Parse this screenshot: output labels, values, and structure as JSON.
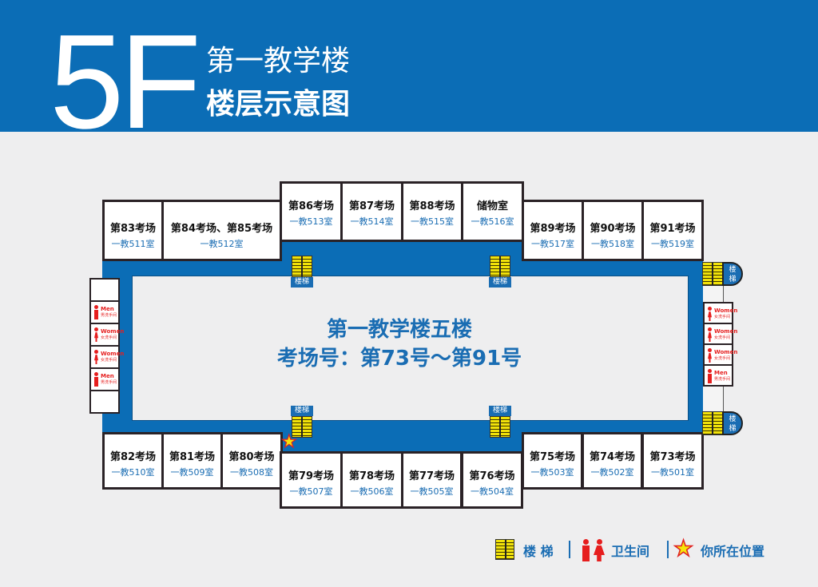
{
  "header": {
    "floor": "5F",
    "building": "第一教学楼",
    "subtitle": "楼层示意图"
  },
  "colors": {
    "header": "#0b6db6",
    "corridor": "#0b6db6",
    "text_blue": "#1a6db3",
    "toilet_red": "#e61e1e",
    "stair_yellow": "#f1e20a"
  },
  "center": {
    "line1": "第一教学楼五楼",
    "line2": "考场号：第73号～第91号"
  },
  "rooms_top": [
    {
      "name": "第83考场",
      "room": "一教511室"
    },
    {
      "name": "第84考场、第85考场",
      "room": "一教512室"
    },
    {
      "name": "第86考场",
      "room": "一教513室"
    },
    {
      "name": "第87考场",
      "room": "一教514室"
    },
    {
      "name": "第88考场",
      "room": "一教515室"
    },
    {
      "name": "储物室",
      "room": "一教516室"
    },
    {
      "name": "第89考场",
      "room": "一教517室"
    },
    {
      "name": "第90考场",
      "room": "一教518室"
    },
    {
      "name": "第91考场",
      "room": "一教519室"
    }
  ],
  "rooms_bottom": [
    {
      "name": "第82考场",
      "room": "一教510室"
    },
    {
      "name": "第81考场",
      "room": "一教509室"
    },
    {
      "name": "第80考场",
      "room": "一教508室"
    },
    {
      "name": "第79考场",
      "room": "一教507室"
    },
    {
      "name": "第78考场",
      "room": "一教506室"
    },
    {
      "name": "第77考场",
      "room": "一教505室"
    },
    {
      "name": "第76考场",
      "room": "一教504室"
    },
    {
      "name": "第75考场",
      "room": "一教503室"
    },
    {
      "name": "第74考场",
      "room": "一教502室"
    },
    {
      "name": "第73考场",
      "room": "一教501室"
    }
  ],
  "stairs_label": "楼梯",
  "stairs_label_top": "楼",
  "stairs_label_bottom": "梯",
  "toilets_left": [
    {
      "type": "",
      "en": "",
      "cn": ""
    },
    {
      "type": "m",
      "en": "Men",
      "cn": "男洗手间"
    },
    {
      "type": "w",
      "en": "Women",
      "cn": "女洗手间"
    },
    {
      "type": "w",
      "en": "Women",
      "cn": "女洗手间"
    },
    {
      "type": "m",
      "en": "Men",
      "cn": "男洗手间"
    },
    {
      "type": "",
      "en": "",
      "cn": ""
    }
  ],
  "toilets_right": [
    {
      "type": "w",
      "en": "Women",
      "cn": "女洗手间"
    },
    {
      "type": "w",
      "en": "Women",
      "cn": "女洗手间"
    },
    {
      "type": "w",
      "en": "Women",
      "cn": "女洗手间"
    },
    {
      "type": "m",
      "en": "Men",
      "cn": "男洗手间"
    }
  ],
  "legend": {
    "stairs": "楼 梯",
    "toilet": "卫生间",
    "you_are_here": "你所在位置"
  }
}
